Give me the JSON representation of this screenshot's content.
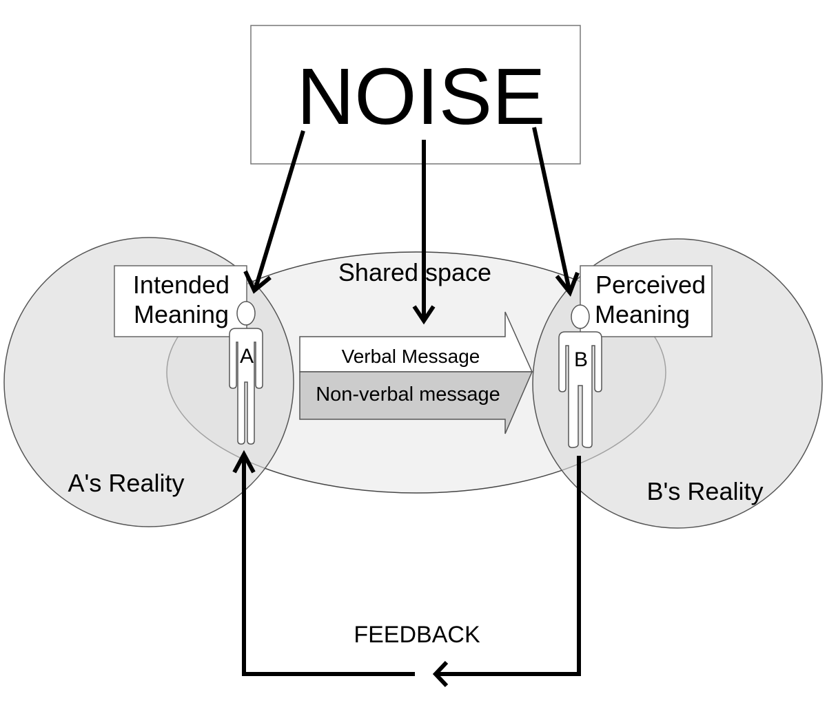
{
  "diagram": {
    "noise": {
      "label": "NOISE"
    },
    "shared_space": {
      "label": "Shared space"
    },
    "person_a": {
      "letter": "A",
      "reality_label": "A's Reality",
      "meaning_label_line1": "Intended",
      "meaning_label_line2": "Meaning"
    },
    "person_b": {
      "letter": "B",
      "reality_label": "B's Reality",
      "meaning_label_line1": "Perceived",
      "meaning_label_line2": "Meaning"
    },
    "message_arrow": {
      "verbal_label": "Verbal Message",
      "nonverbal_label": "Non-verbal message"
    },
    "feedback": {
      "label": "FEEDBACK"
    },
    "colors": {
      "circle_fill": "#e6e6e6",
      "shared_fill": "#f2f2f2",
      "nonverbal_fill": "#cccccc",
      "outline": "#555555"
    }
  }
}
